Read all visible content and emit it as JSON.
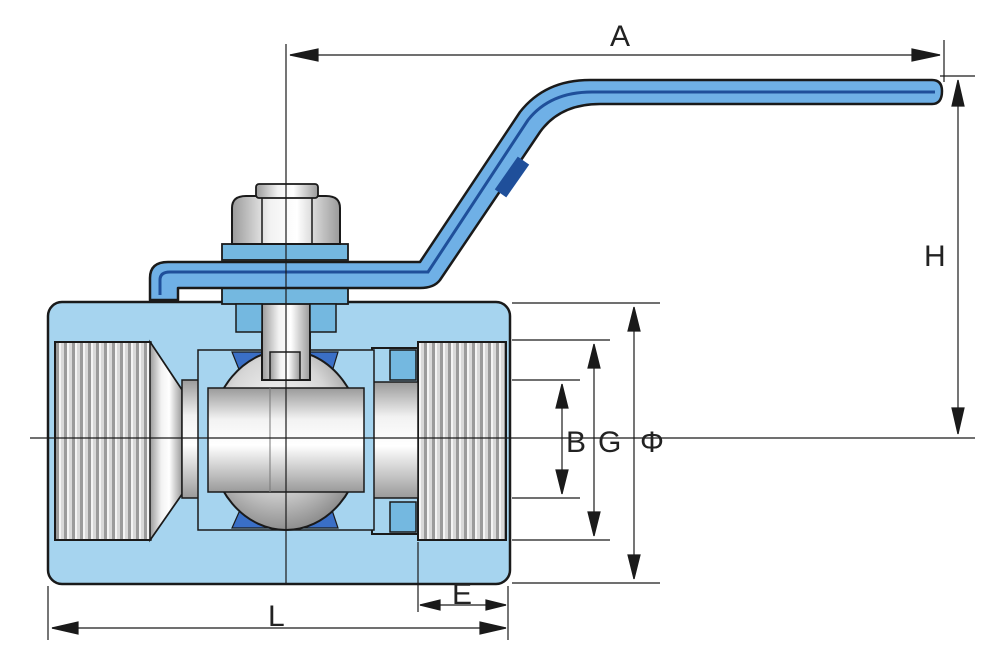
{
  "diagram": {
    "dimensions": {
      "A": "A",
      "H": "H",
      "B": "B",
      "G": "G",
      "Phi": "Φ",
      "E": "E",
      "L": "L"
    },
    "colors": {
      "body": "#a6d4ef",
      "body_dark": "#74b8e0",
      "outline": "#1a1a1a",
      "handle": "#6fb0e6",
      "steel_light": "#f0f0f0",
      "steel_mid": "#c9c9c9",
      "steel_dark": "#8d8d8d",
      "seat": "#3a6fc6"
    }
  }
}
